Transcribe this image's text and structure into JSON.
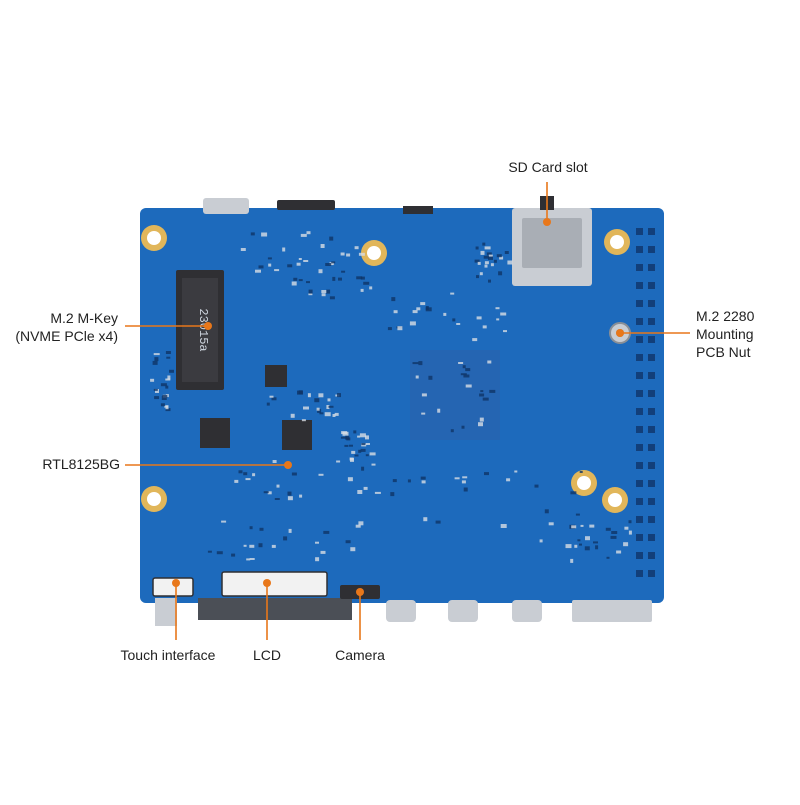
{
  "colors": {
    "board": "#1f6fc4",
    "board_dark": "#174f95",
    "leader": "#e8771a",
    "pad": "#e1b65a",
    "chip": "#2f2f33",
    "metal": "#c9cdd3",
    "text": "#222222"
  },
  "callouts": {
    "sd_card_slot": "SD Card slot",
    "m2_mkey": "M.2 M-Key\n(NVME PCle x4)",
    "m2_nut": "M.2 2280\nMounting\nPCB Nut",
    "rtl8125bg": "RTL8125BG",
    "touch_interface": "Touch interface",
    "lcd": "LCD",
    "camera": "Camera"
  },
  "board_marking": "23015a"
}
